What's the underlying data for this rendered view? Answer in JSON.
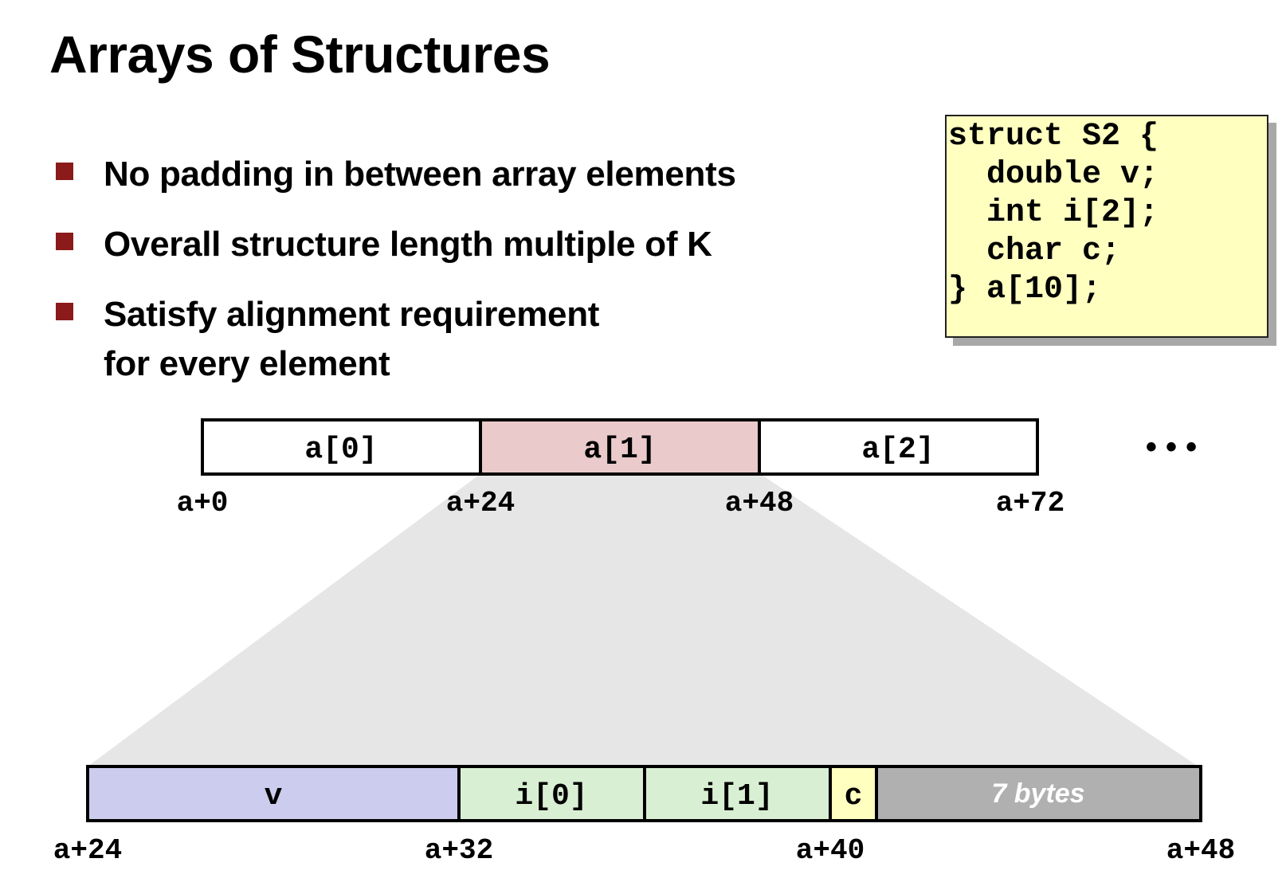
{
  "title": "Arrays of Structures",
  "bullets": [
    "No padding in between array elements",
    "Overall structure length multiple of K",
    "Satisfy alignment requirement",
    "for every element"
  ],
  "code": {
    "lines": [
      "struct S2 {",
      "  double v;",
      "  int i[2];",
      "  char c;",
      "} a[10];"
    ]
  },
  "array_row": {
    "cells": [
      {
        "label": "a[0]",
        "highlight": false
      },
      {
        "label": "a[1]",
        "highlight": true
      },
      {
        "label": "a[2]",
        "highlight": false
      }
    ],
    "ellipsis": "• • •",
    "addresses": [
      "a+0",
      "a+24",
      "a+48",
      "a+72"
    ]
  },
  "struct_row": {
    "fields": [
      {
        "label": "v",
        "bytes": 8,
        "color": "#ccccee"
      },
      {
        "label": "i[0]",
        "bytes": 4,
        "color": "#d9efd3"
      },
      {
        "label": "i[1]",
        "bytes": 4,
        "color": "#d9efd3"
      },
      {
        "label": "c",
        "bytes": 1,
        "color": "#ffffc0"
      },
      {
        "label": "7 bytes",
        "bytes": 7,
        "color": "#b0b0b0",
        "padding": true
      }
    ],
    "addresses": [
      "a+24",
      "a+32",
      "a+40",
      "a+48"
    ]
  },
  "colors": {
    "bullet": "#8b1a1a",
    "highlight": "#eacaca",
    "projection": "#e6e6e6",
    "code_bg": "#ffffc0"
  }
}
